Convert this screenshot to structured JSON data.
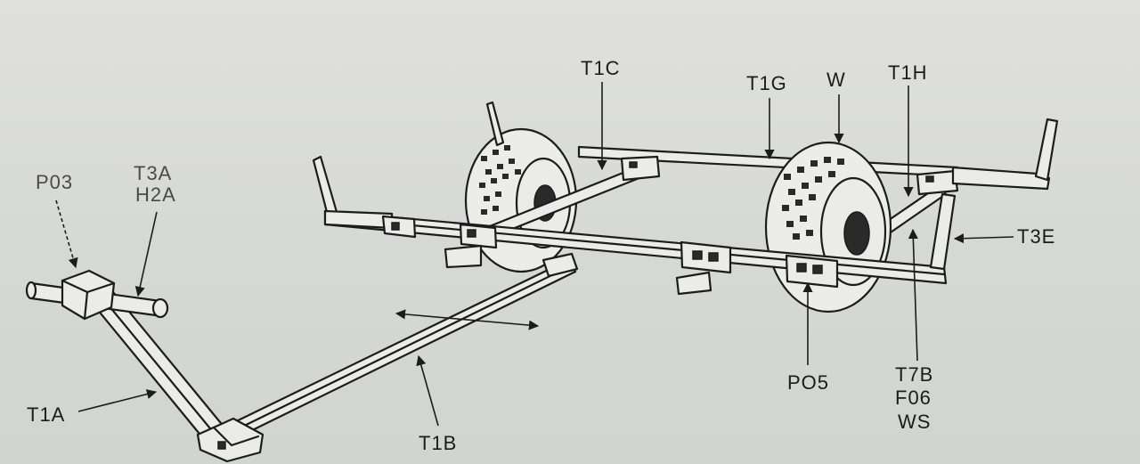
{
  "labels": {
    "p03": "P03",
    "t3a": "T3A",
    "h2a": "H2A",
    "t1a": "T1A",
    "t1b": "T1B",
    "t1c": "T1C",
    "t1g": "T1G",
    "w": "W",
    "t1h": "T1H",
    "t3e": "T3E",
    "po5": "PO5",
    "t7b": "T7B",
    "f06": "F06",
    "ws": "WS"
  },
  "colors": {
    "ink": "#1c1c1c",
    "paper": "#d9dbd8"
  }
}
